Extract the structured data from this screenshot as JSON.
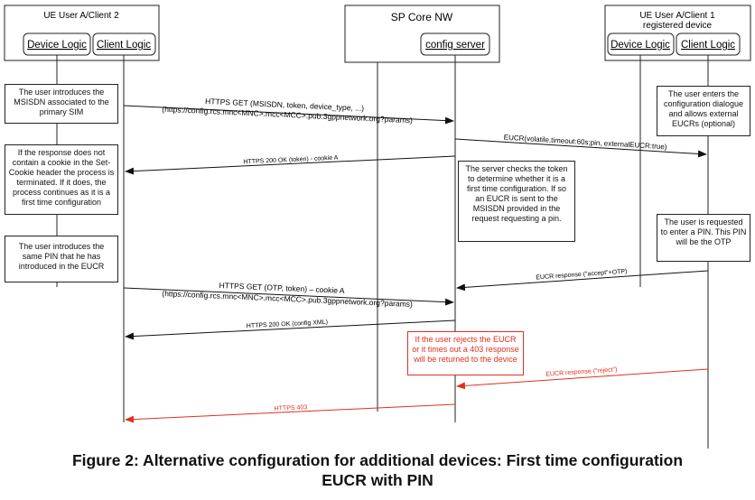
{
  "participants": {
    "ue2": {
      "title": "UE User A/Client 2",
      "device_logic": "Device Logic",
      "client_logic": "Client Logic"
    },
    "core": {
      "title": "SP Core NW",
      "config_server": "config server"
    },
    "ue1": {
      "title_line1": "UE User A/Client 1",
      "title_line2": "registered device",
      "device_logic": "Device Logic",
      "client_logic": "Client Logic"
    }
  },
  "notes": {
    "introduce_msisdn": "The user introduces the MSISDN associated to the primary SIM",
    "no_cookie": "If the response does not contain a cookie in the Set-Cookie header the process is terminated. If it does, the process continues as it is a first time configuration",
    "introduce_pin": "The user introduces the same PIN that he has introduced in the EUCR",
    "enter_config": "The user enters the configuration dialogue and allows external EUCRs (optional)",
    "server_checks": "The server checks the token to determine whether it is a first time configuration. If so an EUCR is sent to the MSISDN provided in the request requesting a pin.",
    "requested_pin": "The user is requested to enter a PIN. This PIN will be the OTP",
    "rejects": "If the user rejects the EUCR or it times out a 403 response will be returned to the device"
  },
  "messages": {
    "m1_line1": "HTTPS GET (MSISDN, token, device_type, ...)",
    "m1_line2": "(https://config.rcs.mnc<MNC>.mcc<MCC>.pub.3gppnetwork.org?params)",
    "m2": "EUCR(volatile,timeout:60s;pin, externalEUCR:true)",
    "m3": "HTTPS 200 OK (token) - cookie A",
    "m4": "EUCR response (\"accept\"+OTP)",
    "m5_line1": "HTTPS GET (OTP, token) – cookie A",
    "m5_line2": "(https://config.rcs.mnc<MNC>.mcc<MCC>.pub.3gppnetwork.org?params)",
    "m6": "HTTPS 200 OK (config XML)",
    "m7": "EUCR response (\"reject\")",
    "m8": "HTTPS 403"
  },
  "caption": {
    "line1": "Figure 2: Alternative configuration for additional devices: First time configuration",
    "line2": "EUCR with PIN"
  },
  "colors": {
    "line": "#111111",
    "reject": "#e0301e"
  }
}
